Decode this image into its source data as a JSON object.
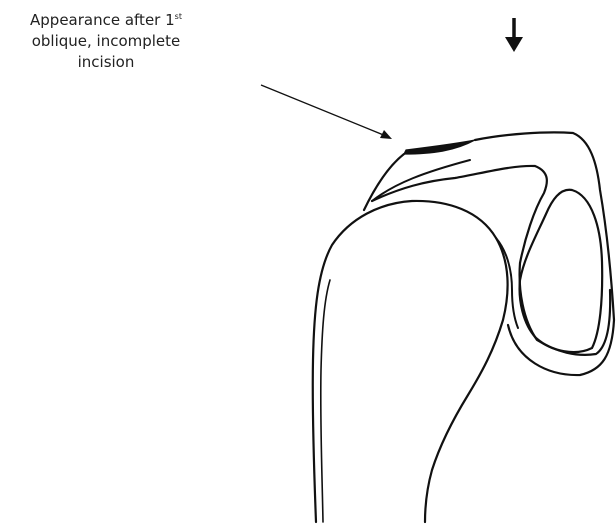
{
  "annotation": {
    "line1_prefix": "Appearance after 1",
    "line1_superscript": "st",
    "line2": "oblique, incomplete",
    "line3": "incision"
  },
  "colors": {
    "stroke": "#111111",
    "text": "#222222",
    "background": "#ffffff"
  }
}
